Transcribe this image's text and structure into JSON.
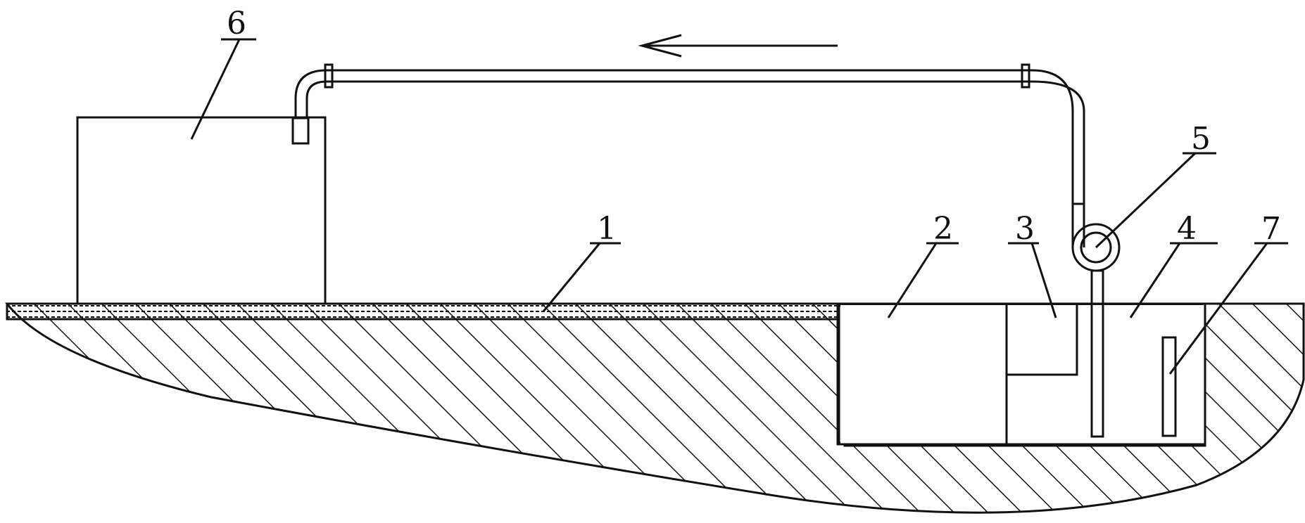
{
  "colors": {
    "ink": "#111111",
    "background": "#ffffff"
  },
  "labels": {
    "ground_layer": "1",
    "tank_2": "2",
    "tank_3": "3",
    "tank_4": "4",
    "pump": "5",
    "water_tower": "6",
    "element_7": "7"
  },
  "flow_direction": "leftward"
}
